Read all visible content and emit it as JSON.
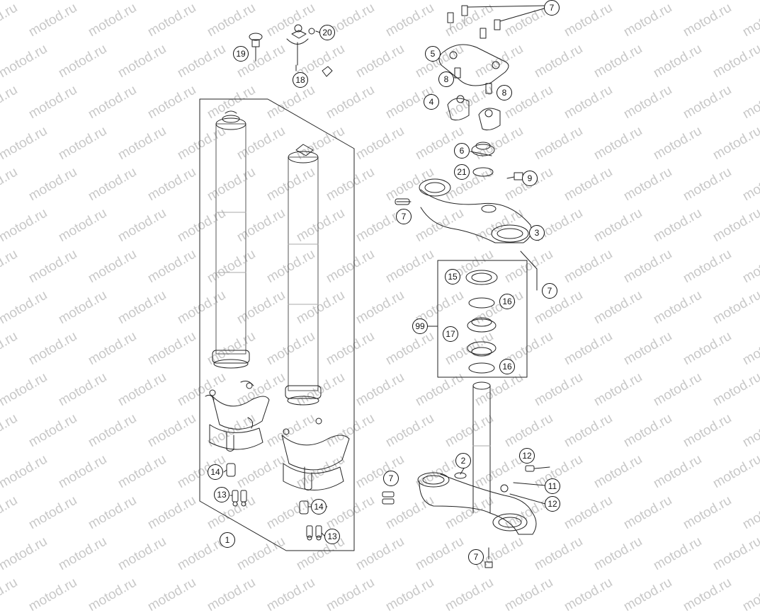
{
  "watermark": "motod.ru",
  "callouts": {
    "c1": "1",
    "c2": "2",
    "c3": "3",
    "c4": "4",
    "c5": "5",
    "c6": "6",
    "c7": "7",
    "c8": "8",
    "c9": "9",
    "c11": "11",
    "c12": "12",
    "c13": "13",
    "c14": "14",
    "c15": "15",
    "c16": "16",
    "c17": "17",
    "c18": "18",
    "c19": "19",
    "c20": "20",
    "c21": "21",
    "c99": "99"
  }
}
